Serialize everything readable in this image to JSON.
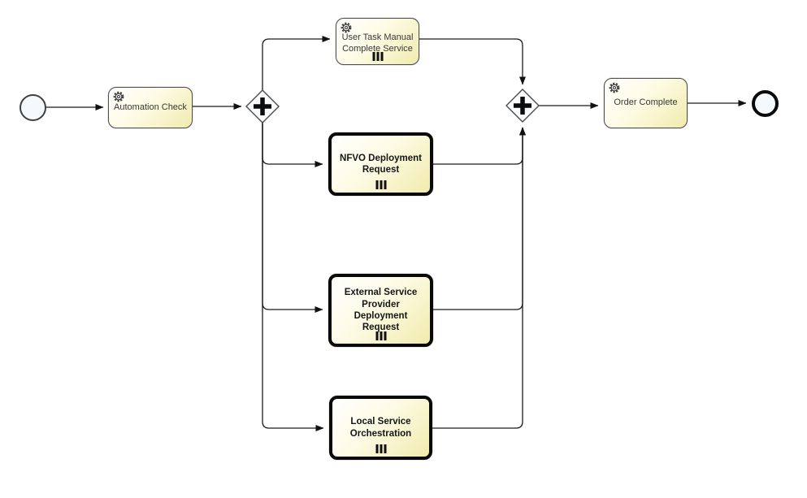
{
  "diagram": {
    "type": "bpmn-process",
    "background": "#ffffff",
    "colors": {
      "task_fill_light": "#ffffff",
      "task_fill_yellow": "#f1ebae",
      "task_border": "#4f4f4f",
      "call_activity_border": "#090909",
      "flow_line": "#1a1a1a",
      "gateway_fill": "#fcfdfe"
    },
    "nodes": {
      "start_event": {
        "type": "start-event",
        "label": ""
      },
      "automation_check": {
        "type": "service-task",
        "label": "Automation Check",
        "icon": "gear-icon"
      },
      "split_gateway": {
        "type": "parallel-gateway",
        "symbol": "+"
      },
      "user_task_manual": {
        "type": "service-task",
        "label": "User Task Manual Complete Service",
        "icon": "gear-icon",
        "multi_instance": true
      },
      "nfvo_deployment": {
        "type": "call-activity",
        "label": "NFVO Deployment Request",
        "multi_instance": true
      },
      "external_service": {
        "type": "call-activity",
        "label": "External Service Provider Deployment Request",
        "multi_instance": true
      },
      "local_service": {
        "type": "call-activity",
        "label": "Local Service Orchestration",
        "multi_instance": true
      },
      "join_gateway": {
        "type": "parallel-gateway",
        "symbol": "+"
      },
      "order_complete": {
        "type": "service-task",
        "label": "Order Complete",
        "icon": "gear-icon"
      },
      "end_event": {
        "type": "end-event",
        "label": ""
      }
    },
    "flows": [
      "start → automation_check",
      "automation_check → split_gateway",
      "split_gateway → user_task_manual",
      "split_gateway → nfvo_deployment",
      "split_gateway → external_service",
      "split_gateway → local_service",
      "user_task_manual → join_gateway",
      "nfvo_deployment → join_gateway",
      "external_service → join_gateway",
      "local_service → join_gateway",
      "join_gateway → order_complete",
      "order_complete → end_event"
    ]
  }
}
